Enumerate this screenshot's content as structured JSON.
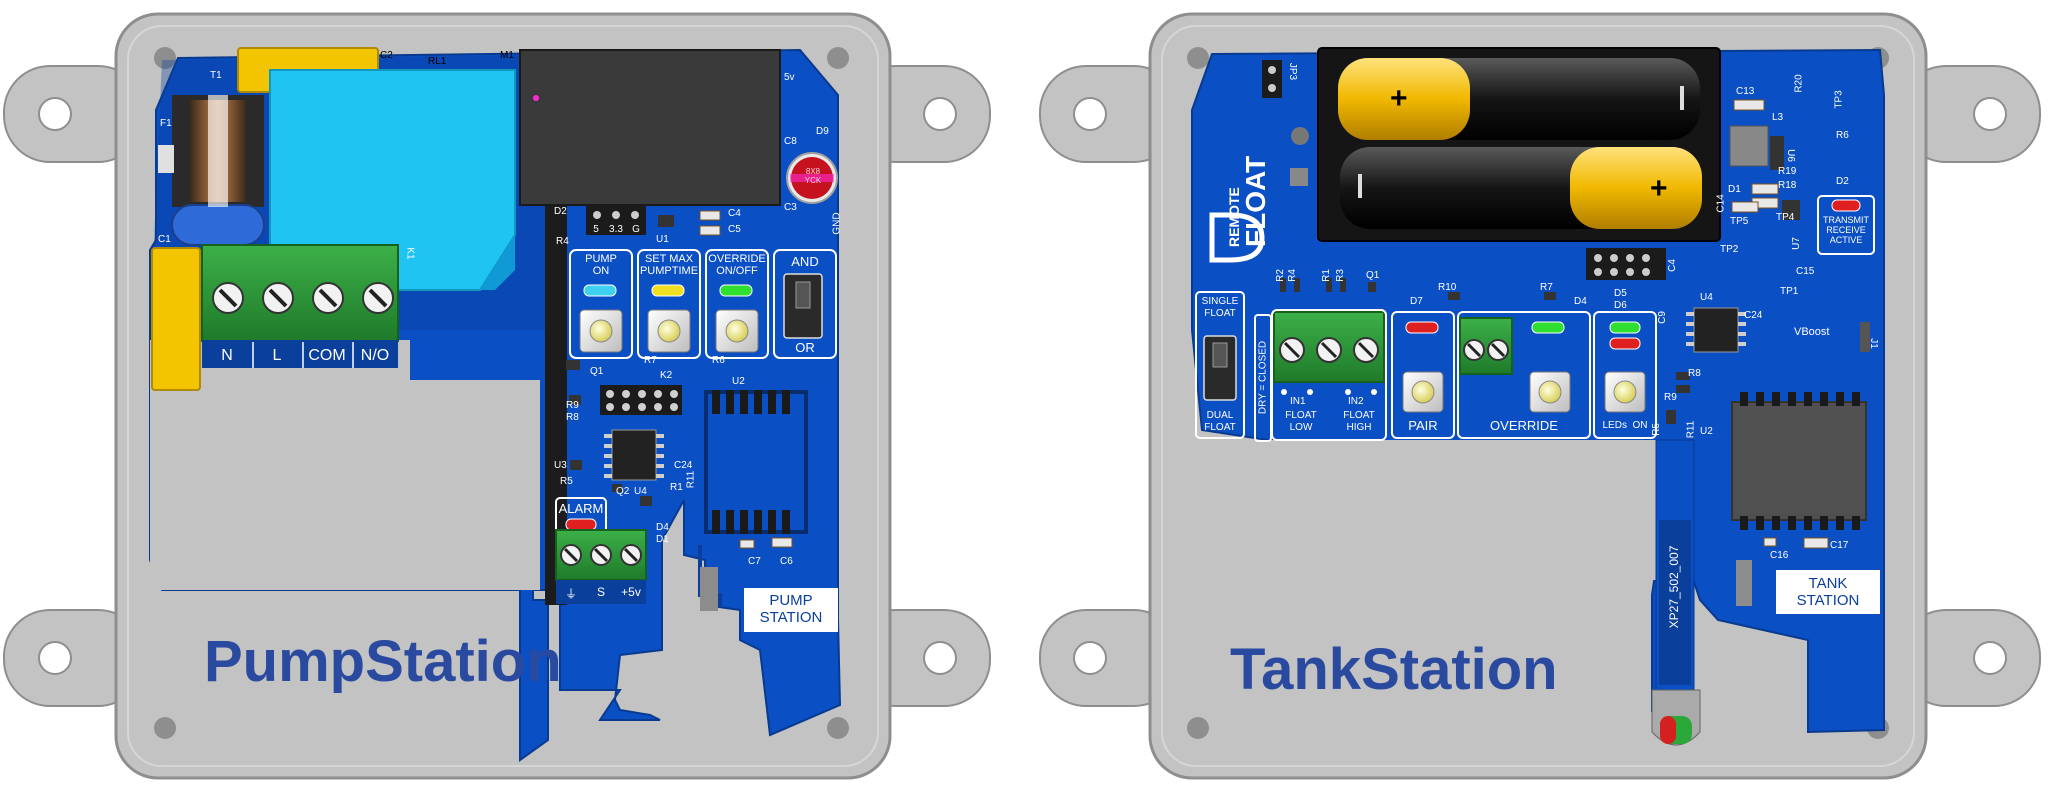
{
  "colors": {
    "enclosure": "#c3c3c3",
    "enclosure_dark": "#8e8e8e",
    "pcb": "#0b4fc4",
    "pcb_dark": "#0a3f9c",
    "terminal": "#2f9a3a",
    "title": "#2a4aa0",
    "relay_body": "#3a3a3a",
    "coil_yellow": "#f3c400",
    "cyan_part": "#1fc4f2"
  },
  "pump": {
    "title": "PumpStation",
    "station_label_line1": "PUMP",
    "station_label_line2": "STATION",
    "terminals": [
      "N",
      "L",
      "COM",
      "N/O"
    ],
    "buttons": [
      {
        "label1": "PUMP",
        "label2": "ON",
        "led": "#40d0f0"
      },
      {
        "label1": "SET MAX",
        "label2": "PUMPTIME",
        "led": "#f0e020"
      },
      {
        "label1": "OVERRIDE",
        "label2": "ON/OFF",
        "led": "#30e030"
      }
    ],
    "switch_top": "AND",
    "switch_bottom": "OR",
    "alarm_label": "ALARM",
    "alarm_terminals": [
      "⏚",
      "S",
      "+5v"
    ],
    "voltage_select": [
      "5",
      "3.3",
      "G"
    ],
    "cap_text": "8X8",
    "cap_sub": "YCK",
    "refs": {
      "t1": "T1",
      "c2": "C2",
      "rl1": "RL1",
      "m1": "M1",
      "c1": "C1",
      "f1": "F1",
      "k1": "K1",
      "d2": "D2",
      "c4": "C4",
      "c5": "C5",
      "u1": "U1",
      "c3": "C3",
      "c8": "C8",
      "d9": "D9",
      "gnd": "GND",
      "r4": "R4",
      "q1": "Q1",
      "k2": "K2",
      "u2": "U2",
      "r7": "R7",
      "r6": "R6",
      "r9": "R9",
      "r8": "R8",
      "u3": "U3",
      "r5": "R5",
      "c24": "C24",
      "q2": "Q2",
      "u4": "U4",
      "d4": "D4",
      "d1": "D1",
      "c7": "C7",
      "c6": "C6",
      "r1": "R1",
      "r11": "R11",
      "fivev": "5v"
    }
  },
  "tank": {
    "title": "TankStation",
    "station_label_line1": "TANK",
    "station_label_line2": "STATION",
    "logo_line1": "REMOTE",
    "logo_line2": "FLOAT",
    "single_float": [
      "SINGLE",
      "FLOAT"
    ],
    "dual_float": [
      "DUAL",
      "FLOAT"
    ],
    "dry_closed": "DRY = CLOSED",
    "inputs": [
      "IN1",
      "IN2"
    ],
    "float_labels": [
      [
        "FLOAT",
        "LOW"
      ],
      [
        "FLOAT",
        "HIGH"
      ]
    ],
    "pair_label": "PAIR",
    "override_label": "OVERRIDE",
    "leds_on_label": "LEDs  ON",
    "status_label": [
      "TRANSMIT",
      "RECEIVE",
      "ACTIVE"
    ],
    "vboost": "VBoost",
    "part_number": "XP27_502_007",
    "refs": {
      "jp3": "JP3",
      "c13": "C13",
      "r20": "R20",
      "tp3": "TP3",
      "l3": "L3",
      "u6": "U6",
      "r6": "R6",
      "r19": "R19",
      "r18": "R18",
      "d2": "D2",
      "d1": "D1",
      "c14": "C14",
      "tp4": "TP4",
      "tp5": "TP5",
      "tp2": "TP2",
      "c15": "C15",
      "tp1": "TP1",
      "u7": "U7",
      "r2": "R2",
      "r4": "R4",
      "r1": "R1",
      "r3": "R3",
      "q1": "Q1",
      "r10": "R10",
      "r7": "R7",
      "d7": "D7",
      "d4": "D4",
      "d5": "D5",
      "d6": "D6",
      "c9": "C9",
      "u4": "U4",
      "c24": "C24",
      "r8": "R8",
      "r9": "R9",
      "r5": "R5",
      "r11": "R11",
      "u2": "U2",
      "c16": "C16",
      "c17": "C17",
      "j1": "J1",
      "c4": "C4"
    }
  }
}
